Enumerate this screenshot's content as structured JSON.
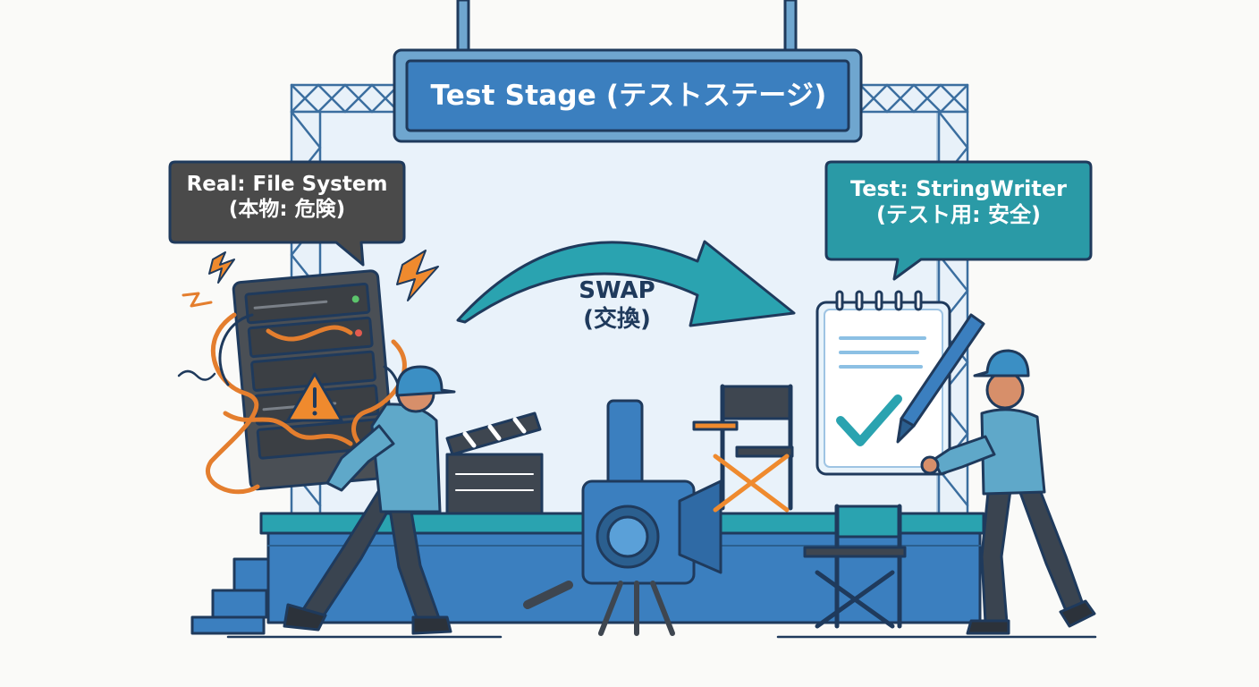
{
  "stage_sign": {
    "label": "Test Stage (テストステージ)"
  },
  "real_bubble": {
    "line1": "Real: File System",
    "line2": "(本物: 危険)"
  },
  "test_bubble": {
    "line1": "Test: StringWriter",
    "line2": "(テスト用: 安全)"
  },
  "swap_arrow": {
    "line1": "SWAP",
    "line2": "(交換)"
  },
  "colors": {
    "outline": "#1f3a5c",
    "stage_blue": "#3b7fbf",
    "backdrop": "#e9f2fa",
    "real_bubble": "#4a4a4a",
    "test_bubble": "#2a9aa6",
    "teal_arrow": "#2aa3b0",
    "warning_orange": "#ef8a2e",
    "worker_shirt": "#5fa8c9"
  },
  "icons": [
    "server-rack-icon",
    "warning-icon",
    "lightning-icon",
    "clapperboard-icon",
    "camera-icon",
    "directors-chair-icon",
    "clipboard-icon",
    "pen-icon",
    "checkmark-icon",
    "hard-hat-icon"
  ]
}
